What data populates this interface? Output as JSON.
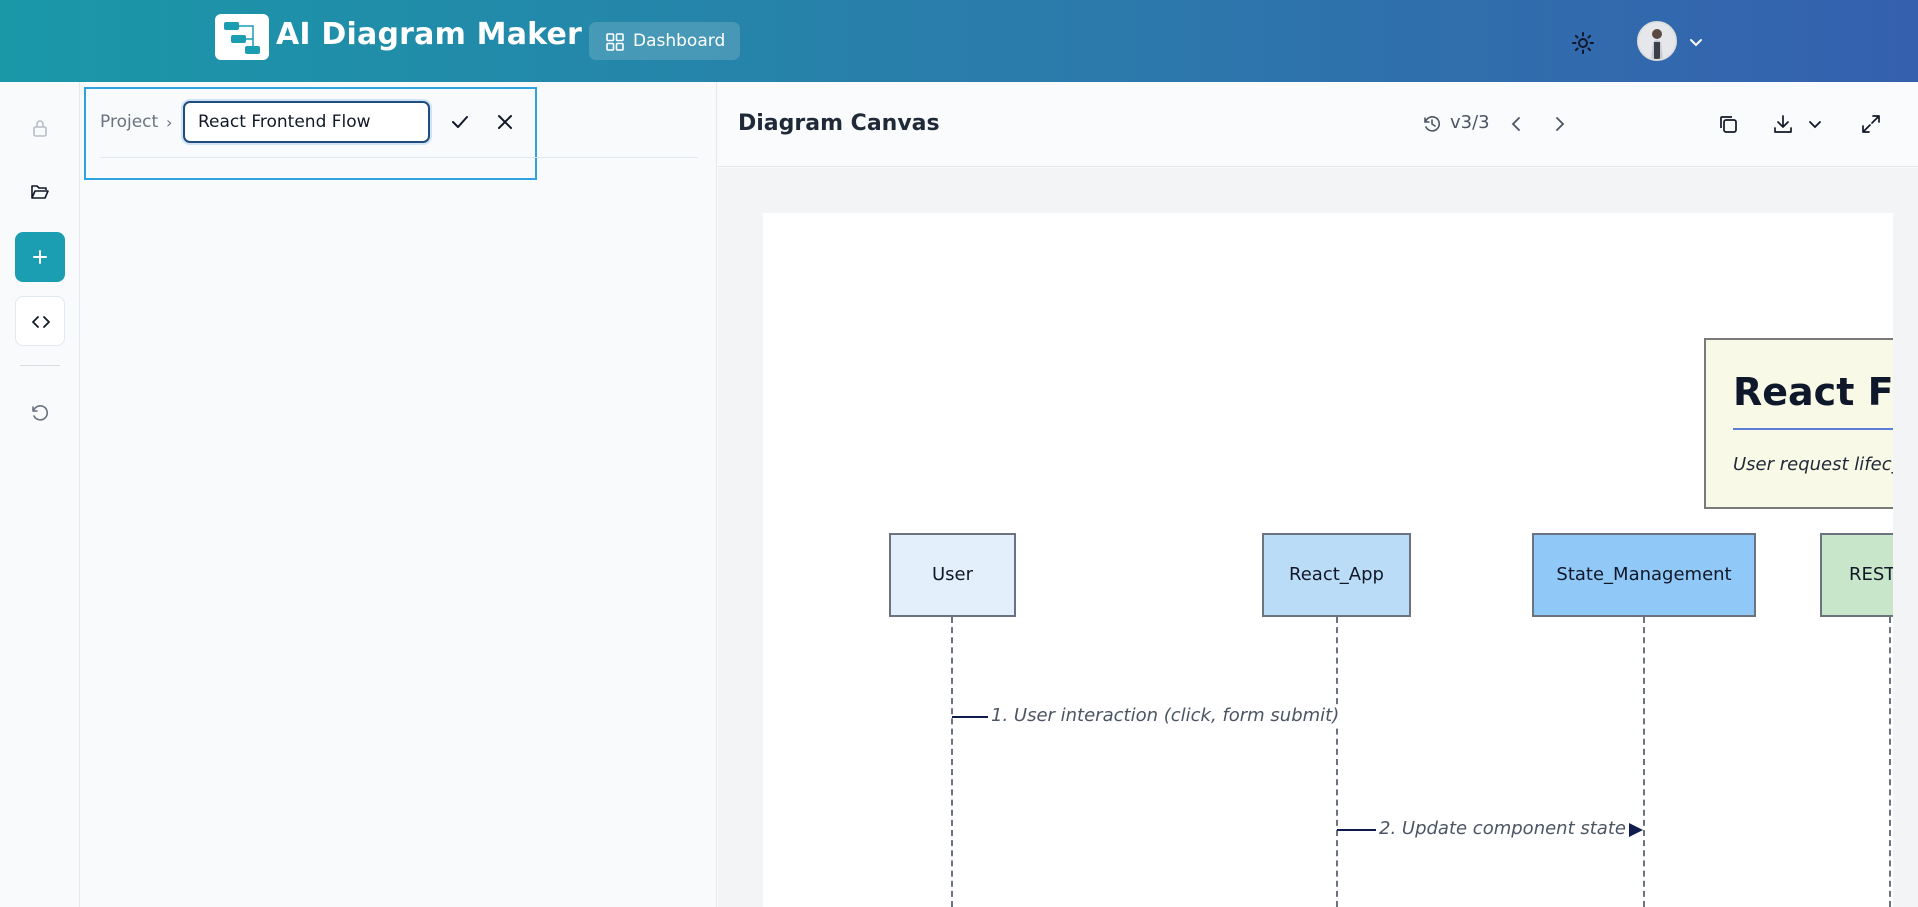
{
  "header": {
    "app_title": "AI Diagram Maker",
    "dashboard_label": "Dashboard"
  },
  "sidebar": {
    "project_label": "Project",
    "breadcrumb_separator": "›",
    "project_name_value": "React Frontend Flow"
  },
  "canvas": {
    "title": "Diagram Canvas",
    "version": "v3/3"
  },
  "diagram": {
    "title": "React Fro",
    "subtitle": "User request lifecycl",
    "participants": [
      {
        "label": "User",
        "color": "#e3f0fc"
      },
      {
        "label": "React_App",
        "color": "#bbdcf7"
      },
      {
        "label": "State_Management",
        "color": "#90c8f8"
      },
      {
        "label": "REST_",
        "color": "#c8e6c9"
      }
    ],
    "messages": [
      {
        "label": "1. User interaction (click, form submit)"
      },
      {
        "label": "2. Update component state"
      }
    ]
  },
  "colors": {
    "accent": "#1b9eb2",
    "header_start": "#1a98a8",
    "header_end": "#3560ae",
    "focus_frame": "#2ea3e0"
  }
}
